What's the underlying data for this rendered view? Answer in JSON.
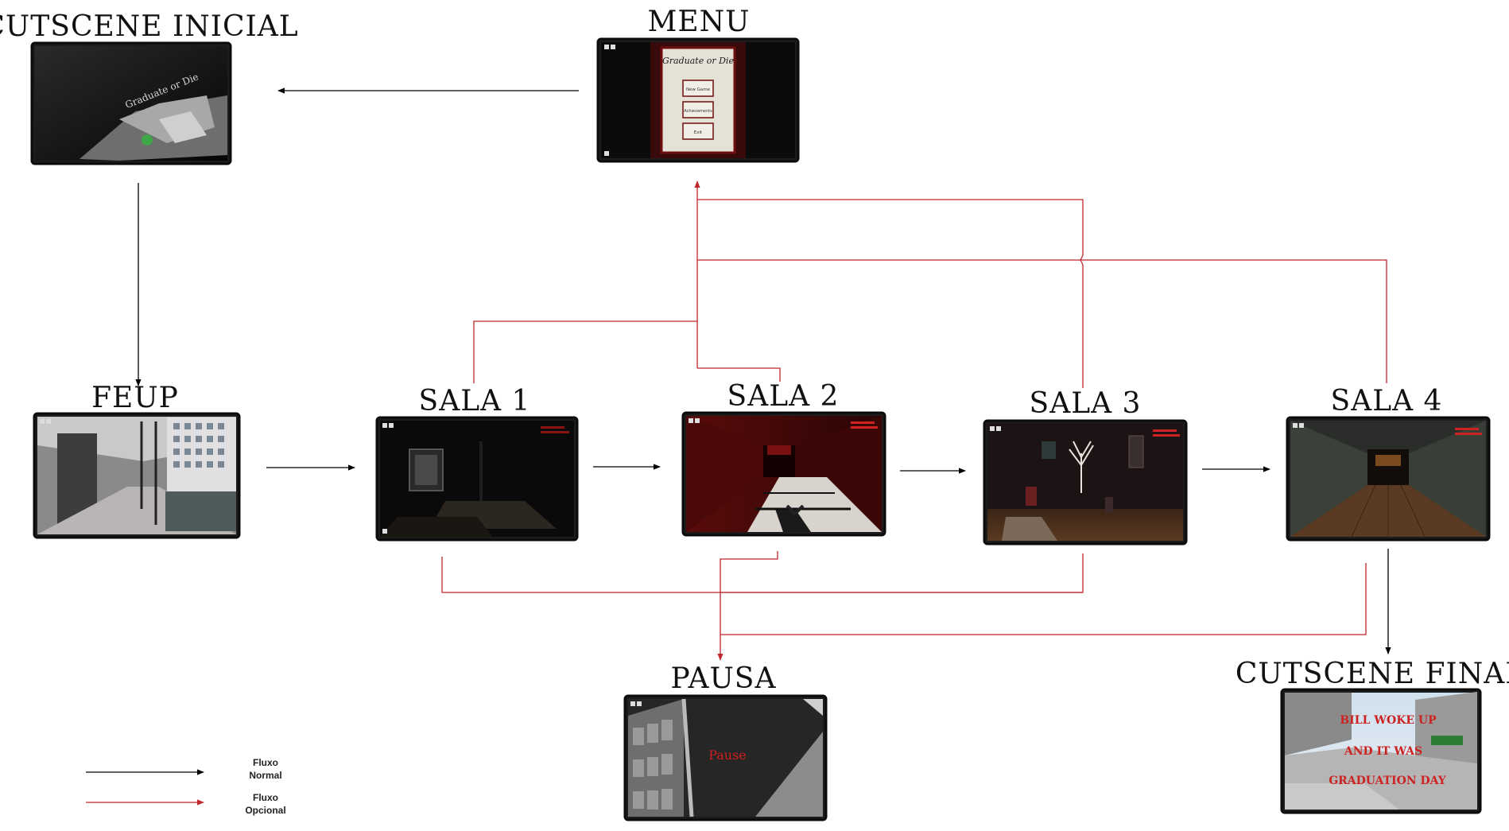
{
  "nodes": {
    "cutscene_inicial": {
      "title": "CUTSCENE INICIAL",
      "screen_text": "Graduate or Die"
    },
    "menu": {
      "title": "MENU",
      "game_title": "Graduate or Die",
      "buttons": [
        "New Game",
        "Achievements",
        "Exit"
      ]
    },
    "feup": {
      "title": "FEUP"
    },
    "sala1": {
      "title": "SALA 1"
    },
    "sala2": {
      "title": "SALA 2"
    },
    "sala3": {
      "title": "SALA 3"
    },
    "sala4": {
      "title": "SALA 4"
    },
    "pausa": {
      "title": "PAUSA",
      "screen_text": "Pause"
    },
    "cutscene_final": {
      "title": "CUTSCENE FINAL",
      "screen_lines": [
        "BILL WOKE UP",
        "AND IT WAS",
        "GRADUATION DAY"
      ]
    }
  },
  "edges": {
    "normal": [
      [
        "menu",
        "cutscene_inicial"
      ],
      [
        "cutscene_inicial",
        "feup"
      ],
      [
        "feup",
        "sala1"
      ],
      [
        "sala1",
        "sala2"
      ],
      [
        "sala2",
        "sala3"
      ],
      [
        "sala3",
        "sala4"
      ],
      [
        "sala4",
        "cutscene_final"
      ]
    ],
    "optional": [
      [
        "sala1",
        "menu"
      ],
      [
        "sala2",
        "menu"
      ],
      [
        "sala3",
        "menu"
      ],
      [
        "sala4",
        "menu"
      ],
      [
        "sala1",
        "pausa"
      ],
      [
        "sala2",
        "pausa"
      ],
      [
        "sala3",
        "pausa"
      ],
      [
        "sala4",
        "pausa"
      ]
    ]
  },
  "legend": {
    "normal": {
      "line1": "Fluxo",
      "line2": "Normal",
      "color": "#000000"
    },
    "optional": {
      "line1": "Fluxo",
      "line2": "Opcional",
      "color": "#c0272d"
    }
  },
  "colors": {
    "normal_flow": "#000000",
    "optional_flow": "#c0272d"
  }
}
